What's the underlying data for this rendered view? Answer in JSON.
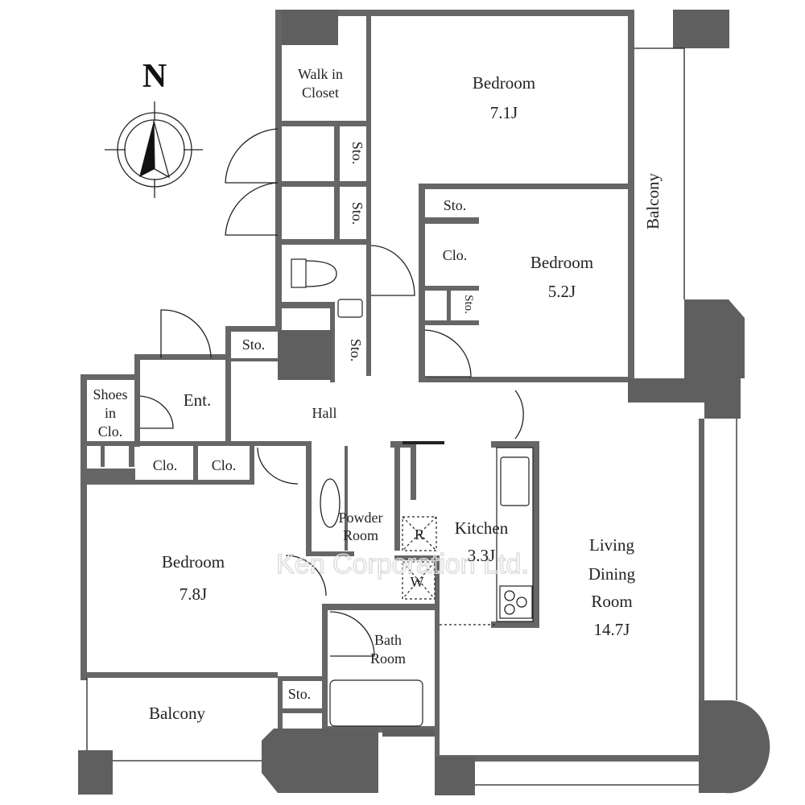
{
  "compass": {
    "label": "N"
  },
  "watermark": "Ken Corporation Ltd.",
  "rooms": {
    "walk_in_closet": [
      "Walk in",
      "Closet"
    ],
    "bedroom_north": [
      "Bedroom",
      "7.1J"
    ],
    "bedroom_middle": [
      "Bedroom",
      "5.2J"
    ],
    "bedroom_south": [
      "Bedroom",
      "7.8J"
    ],
    "balcony_east": "Balcony",
    "balcony_south": "Balcony",
    "entrance": "Ent.",
    "shoes_closet": [
      "Shoes",
      "in",
      "Clo."
    ],
    "hall": "Hall",
    "powder_room": [
      "Powder",
      "Room"
    ],
    "kitchen": [
      "Kitchen",
      "3.3J"
    ],
    "refrigerator": "R",
    "washer": "W",
    "bath_room": [
      "Bath",
      "Room"
    ],
    "living": [
      "Living",
      "Dining",
      "Room",
      "14.7J"
    ],
    "storage": [
      "Sto.",
      "Sto.",
      "Sto.",
      "Sto.",
      "Sto.",
      "Sto.",
      "Sto."
    ],
    "closets": [
      "Clo.",
      "Clo.",
      "Clo."
    ]
  }
}
